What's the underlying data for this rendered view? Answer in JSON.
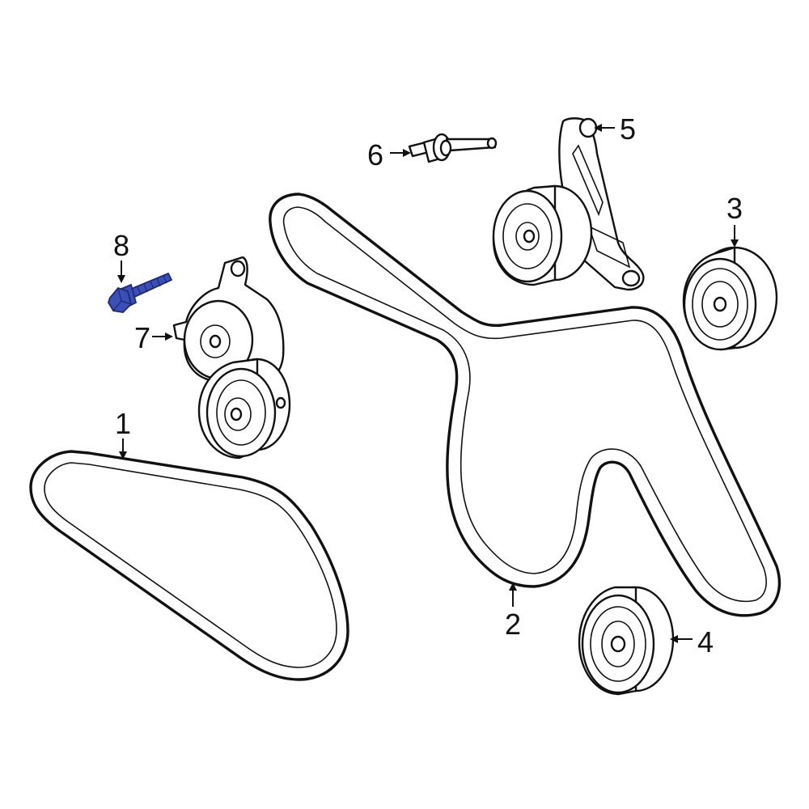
{
  "callouts": [
    {
      "id": "1",
      "label": "1"
    },
    {
      "id": "2",
      "label": "2"
    },
    {
      "id": "3",
      "label": "3"
    },
    {
      "id": "4",
      "label": "4"
    },
    {
      "id": "5",
      "label": "5"
    },
    {
      "id": "6",
      "label": "6"
    },
    {
      "id": "7",
      "label": "7"
    },
    {
      "id": "8",
      "label": "8"
    }
  ],
  "colors": {
    "line": "#111111",
    "background": "#ffffff",
    "highlight_part": "#3a4fb8",
    "highlight_dark": "#1e2a73"
  },
  "highlighted_part": "8"
}
